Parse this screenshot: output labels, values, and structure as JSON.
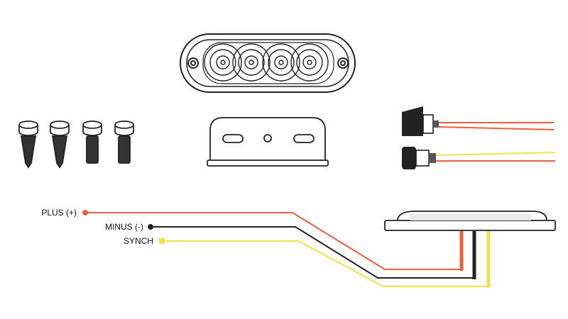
{
  "wiring": {
    "labels": {
      "plus": "PLUS (+)",
      "minus": "MINUS (-)",
      "synch": "SYNCH"
    },
    "colors": {
      "plus": "#e8603c",
      "minus": "#222222",
      "synch": "#f2e24a"
    }
  },
  "components": [
    "led-light-head-icon",
    "screw-icon",
    "mounting-bracket-icon",
    "rocker-switch-icon",
    "push-button-switch-icon",
    "light-side-view-icon"
  ]
}
